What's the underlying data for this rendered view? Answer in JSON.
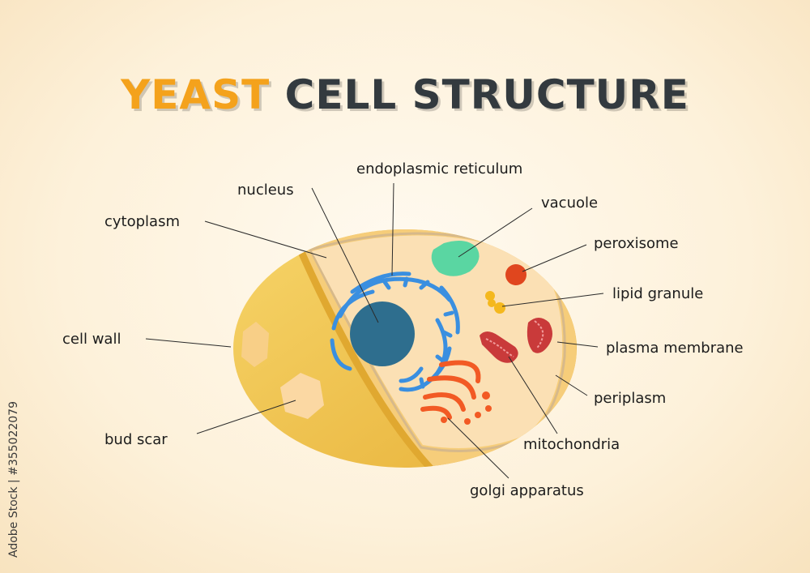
{
  "title": {
    "part1": "YEAST",
    "part2": "CELL STRUCTURE"
  },
  "labels": {
    "endoplasmic_reticulum": "endoplasmic reticulum",
    "nucleus": "nucleus",
    "vacuole": "vacuole",
    "cytoplasm": "cytoplasm",
    "peroxisome": "peroxisome",
    "lipid_granule": "lipid granule",
    "cell_wall": "cell wall",
    "plasma_membrane": "plasma membrane",
    "periplasm": "periplasm",
    "bud_scar": "bud scar",
    "mitochondria": "mitochondria",
    "golgi_apparatus": "golgi apparatus"
  },
  "watermark": "Adobe Stock | #355022079",
  "colors": {
    "title_accent": "#f4a21c",
    "title_dark": "#333a3f",
    "cell_wall": "#f2c24a",
    "cytoplasm": "#fbe0b4",
    "nucleus": "#2e6e8e",
    "endoplasmic_reticulum": "#3a8fe0",
    "vacuole": "#5ad6a2",
    "peroxisome": "#e0461e",
    "lipid_granule": "#f4b81e",
    "mitochondria": "#c93a3a",
    "golgi_apparatus": "#f25a24",
    "bud_scar": "#fbd6a0"
  }
}
